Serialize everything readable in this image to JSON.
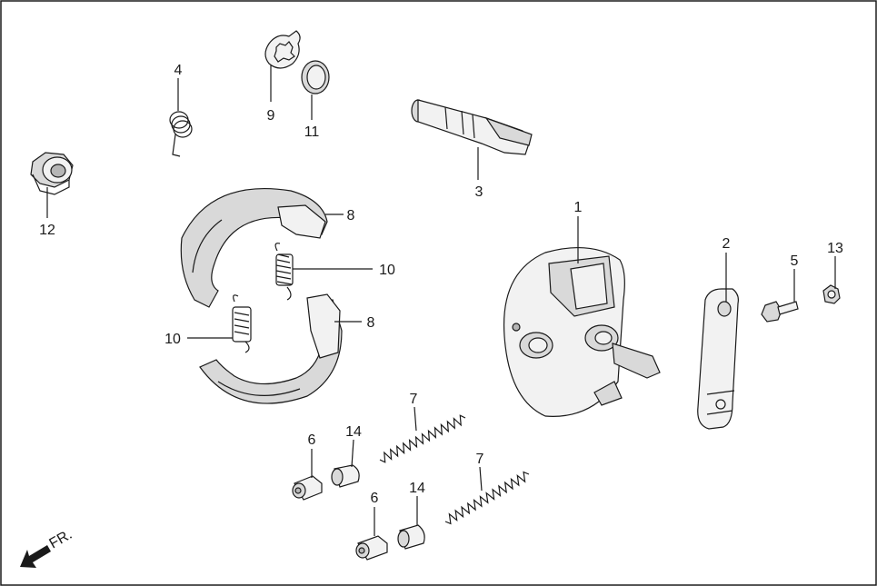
{
  "callouts": [
    "1",
    "2",
    "3",
    "4",
    "5",
    "6",
    "6",
    "7",
    "7",
    "8",
    "8",
    "9",
    "10",
    "10",
    "11",
    "12",
    "13",
    "14",
    "14"
  ],
  "direction_label": "FR.",
  "colors": {
    "line": "#1a1a1a",
    "fill_light": "#f2f2f2",
    "fill_mid": "#d9d9d9",
    "fill_dark": "#b5b5b5"
  }
}
